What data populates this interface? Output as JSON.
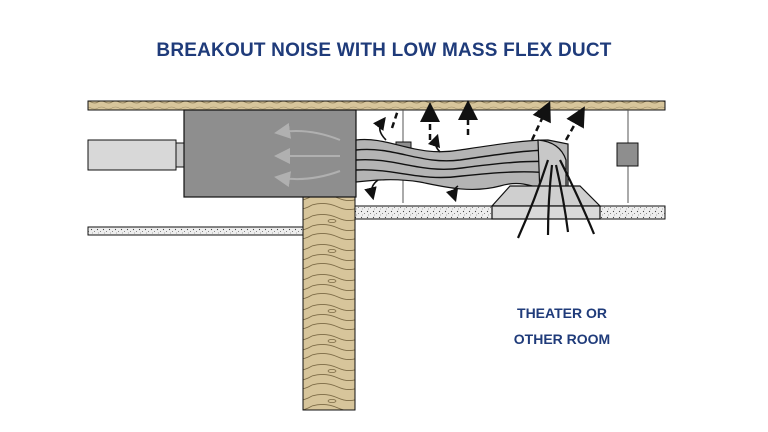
{
  "title": "BREAKOUT NOISE WITH LOW MASS FLEX DUCT",
  "room_label": {
    "line1": "THEATER OR",
    "line2": "OTHER ROOM"
  },
  "colors": {
    "title": "#1f3b7a",
    "wood": "#d7c59b",
    "gravel": "#eeeeee",
    "duct_box": "#8e8e8e",
    "flex_duct": "#b4b4b4",
    "diffuser": "#cfcfcf",
    "arrow_light": "#b0b0b0",
    "outline": "#111111"
  }
}
